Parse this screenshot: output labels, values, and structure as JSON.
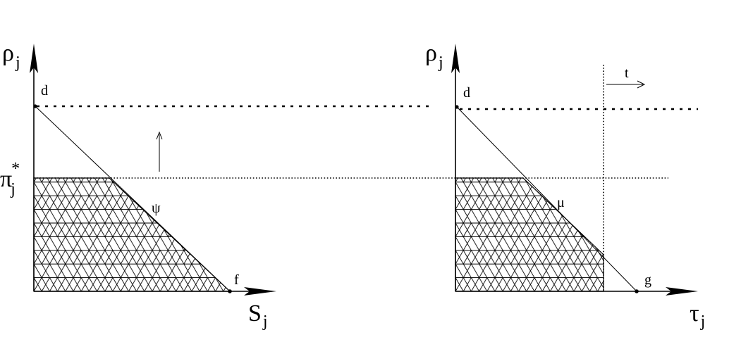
{
  "left_panel": {
    "y_axis_label": "ρ",
    "y_axis_subscript": "j",
    "x_axis_label": "S",
    "x_axis_subscript": "j",
    "level_label": "π",
    "level_superscript": "*",
    "level_subscript": "j",
    "point_top": "d",
    "point_end": "f",
    "curve_label": "ψ"
  },
  "right_panel": {
    "y_axis_label": "ρ",
    "y_axis_subscript": "j",
    "x_axis_label": "τ",
    "x_axis_subscript": "j",
    "point_top": "d",
    "point_end": "g",
    "curve_label": "μ",
    "time_label": "t"
  },
  "colors": {
    "ink": "#000000",
    "background": "#ffffff"
  }
}
